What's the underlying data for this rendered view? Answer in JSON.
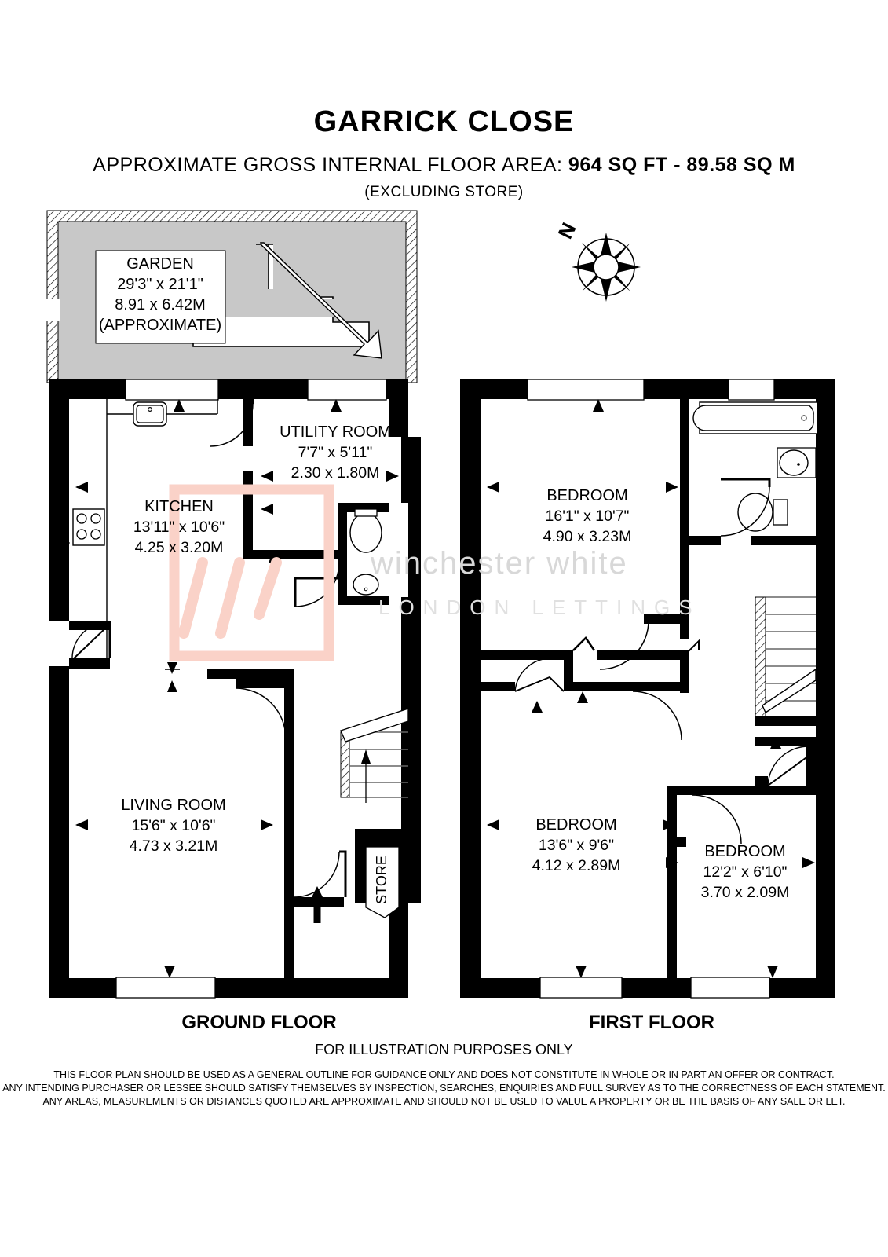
{
  "header": {
    "title": "GARRICK CLOSE",
    "area_lead": "APPROXIMATE GROSS INTERNAL FLOOR AREA:",
    "area_value": "964 SQ FT  -  89.58 SQ M",
    "excluding": "(EXCLUDING STORE)"
  },
  "watermark": {
    "brand": "winchester white",
    "tagline": "LONDON LETTINGS",
    "logo_color": "#fad2c8"
  },
  "compass": {
    "label": "N"
  },
  "ground_floor": {
    "caption": "GROUND FLOOR",
    "garden": {
      "name": "GARDEN",
      "imperial": "29'3\" x 21'1\"",
      "metric": "8.91 x 6.42M",
      "note": "(APPROXIMATE)",
      "fill": "#c8c8c8"
    },
    "rooms": [
      {
        "name": "KITCHEN",
        "imperial": "13'11\" x 10'6\"",
        "metric": "4.25 x 3.20M"
      },
      {
        "name": "UTILITY ROOM",
        "imperial": "7'7\" x 5'11\"",
        "metric": "2.30 x 1.80M"
      },
      {
        "name": "LIVING ROOM",
        "imperial": "15'6\" x 10'6\"",
        "metric": "4.73 x 3.21M"
      }
    ],
    "store_label": "STORE",
    "fixtures": [
      "sink",
      "hob",
      "wc",
      "basin",
      "staircase",
      "entrance-door"
    ]
  },
  "first_floor": {
    "caption": "FIRST FLOOR",
    "rooms": [
      {
        "name": "BEDROOM",
        "imperial": "16'1\" x 10'7\"",
        "metric": "4.90 x 3.23M"
      },
      {
        "name": "BEDROOM",
        "imperial": "13'6\" x 9'6\"",
        "metric": "4.12 x 2.89M"
      },
      {
        "name": "BEDROOM",
        "imperial": "12'2\" x 6'10\"",
        "metric": "3.70 x 2.09M"
      }
    ],
    "fixtures": [
      "bath",
      "basin",
      "wc",
      "staircase"
    ]
  },
  "footer": {
    "illustration": "FOR ILLUSTRATION PURPOSES ONLY",
    "disclaimer_1": "THIS FLOOR PLAN SHOULD BE USED AS A GENERAL OUTLINE FOR GUIDANCE ONLY AND DOES NOT CONSTITUTE IN WHOLE OR IN PART AN OFFER OR CONTRACT.",
    "disclaimer_2": "ANY INTENDING PURCHASER OR LESSEE SHOULD SATISFY THEMSELVES BY INSPECTION, SEARCHES, ENQUIRIES AND FULL SURVEY AS TO THE CORRECTNESS OF EACH STATEMENT.",
    "disclaimer_3": "ANY AREAS, MEASUREMENTS OR DISTANCES QUOTED ARE APPROXIMATE AND SHOULD NOT BE USED TO VALUE A PROPERTY OR BE THE BASIS OF ANY SALE OR LET."
  }
}
